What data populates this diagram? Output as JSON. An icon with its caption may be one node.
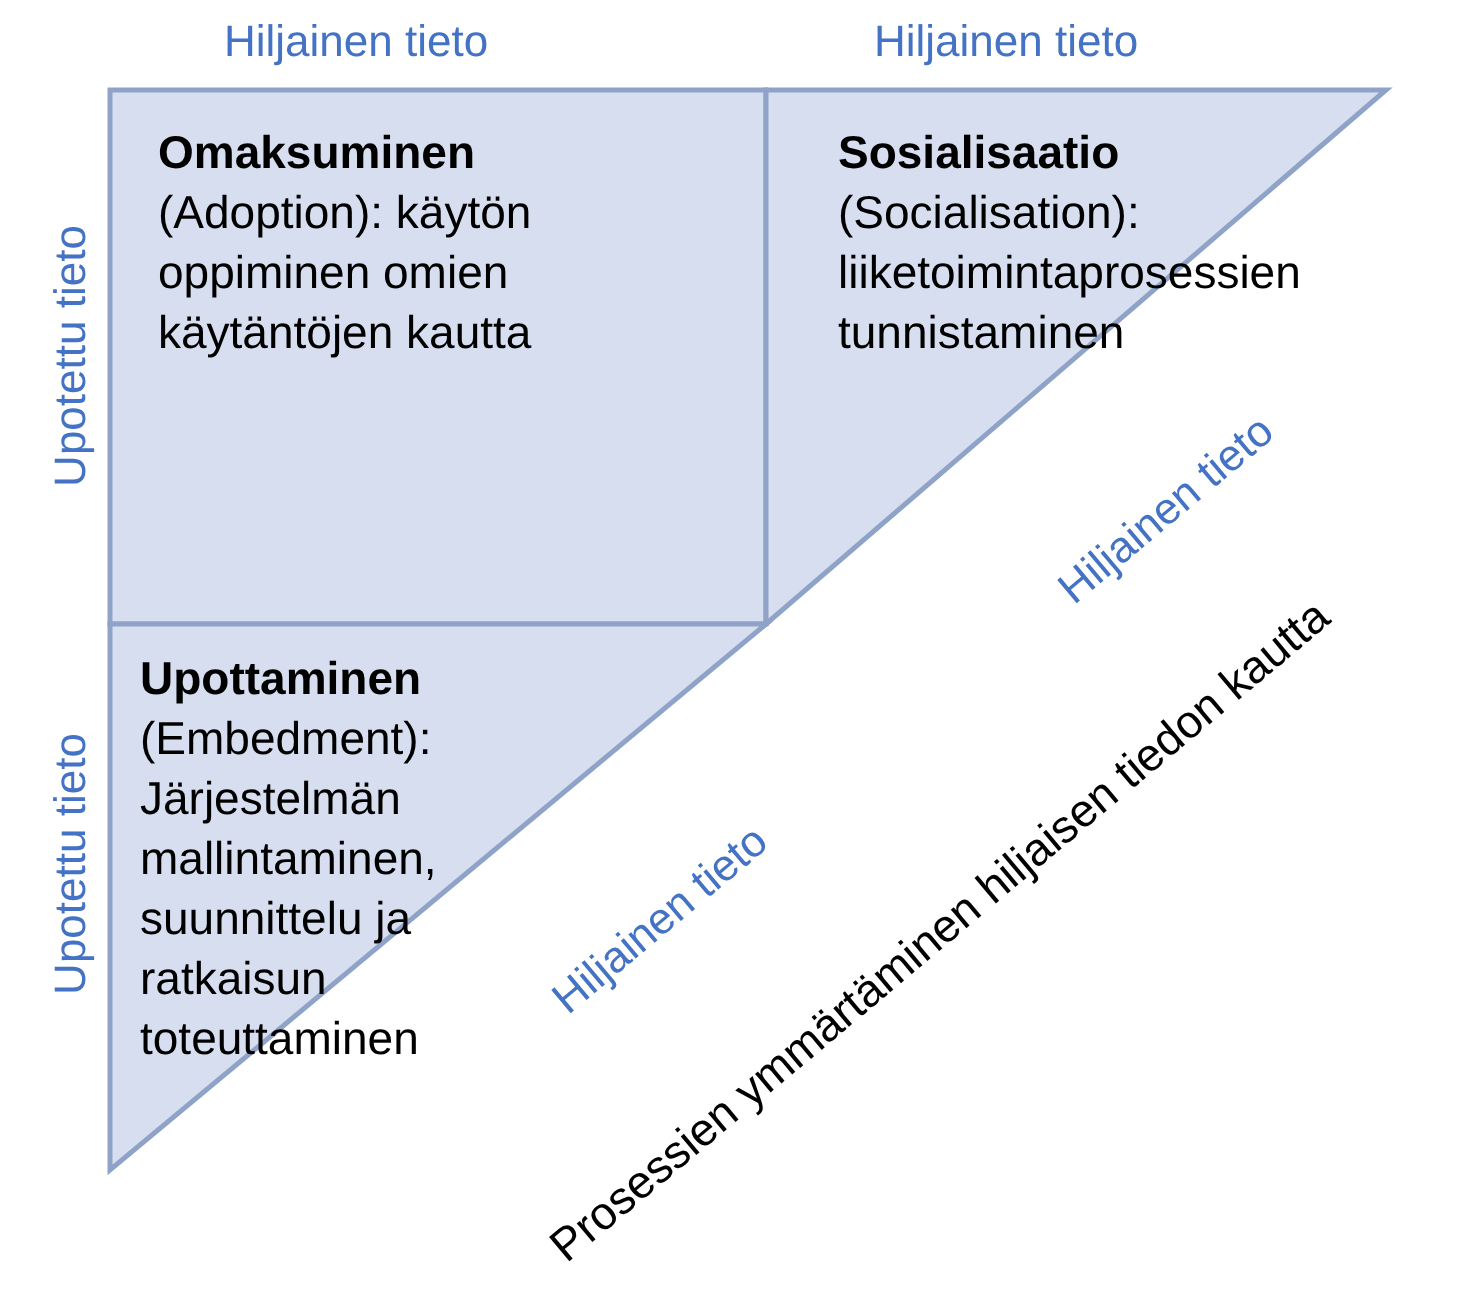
{
  "diagram": {
    "nodes": [
      {
        "text": [
          "Omaksuminen",
          "(Adoption): käytön oppiminen omien käytäntöjen kautta"
        ]
      },
      {
        "text": [
          "Sosialisaatio",
          "(Socialisation): liiketoimintaprosessien tunnistaminen"
        ]
      },
      {
        "text": [
          "Upottaminen",
          "(Embedment): Järjestelmän mallintaminen, suunnittelu ja ratkaisun toteuttaminen"
        ]
      }
    ],
    "labels": [
      "Hiljainen tieto",
      "Hiljainen tieto",
      "Upotettu tieto",
      "Hiljainen tieto",
      "Upotettu tieto",
      "Hiljainen tieto",
      "Prosessien ymmärtäminen hiljaisen tiedon kautta"
    ]
  }
}
